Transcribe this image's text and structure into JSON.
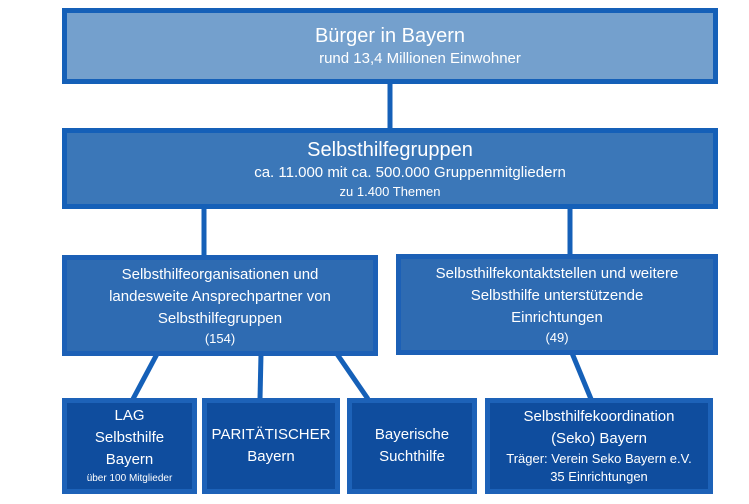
{
  "top": {
    "title": "Bürger in Bayern",
    "subtitle": "rund 13,4 Millionen Einwohner"
  },
  "groups": {
    "title": "Selbsthilfegruppen",
    "line1": "ca. 11.000 mit  ca. 500.000 Gruppenmitgliedern",
    "line2": "zu 1.400 Themen"
  },
  "organisations": {
    "lines": [
      "Selbsthilfeorganisationen und",
      "landesweite Ansprechpartner von",
      "Selbsthilfegruppen"
    ],
    "count": "(154)"
  },
  "contacts": {
    "lines": [
      "Selbsthilfekontaktstellen und weitere",
      "Selbsthilfe unterstützende",
      "Einrichtungen"
    ],
    "count": "(49)"
  },
  "lag": {
    "lines": [
      "LAG",
      "Selbsthilfe",
      "Bayern"
    ],
    "note": "über 100 Mitglieder"
  },
  "paritaetischer": {
    "lines": [
      "PARITÄTISCHER",
      "Bayern"
    ]
  },
  "suchthilfe": {
    "lines": [
      "Bayerische",
      "Suchthilfe"
    ]
  },
  "seko": {
    "lines": [
      "Selbsthilfekoordination",
      "(Seko) Bayern"
    ],
    "traeger": "Träger: Verein Seko Bayern e.V.",
    "count": "35 Einrichtungen"
  },
  "colors": {
    "line": "#1560b8",
    "top": "#74a0cd",
    "level2": "#3b77b8",
    "level3": "#2e6bb2",
    "level4": "#0f4d9e"
  }
}
